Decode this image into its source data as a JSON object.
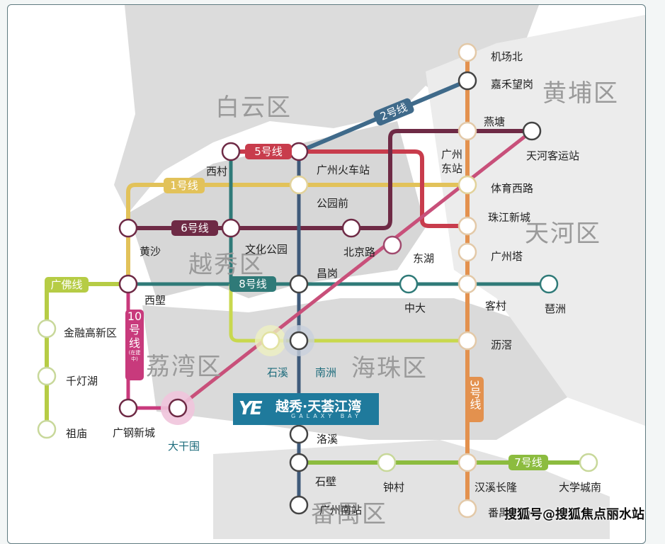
{
  "districts": {
    "baiyun": "白云区",
    "huangpu": "黄埔区",
    "yuexiu": "越秀区",
    "tianhe": "天河区",
    "liwan": "荔湾区",
    "haizhu": "海珠区",
    "panyu": "番禺区"
  },
  "lines": {
    "line1": {
      "label": "1号线",
      "color": "#e2c25a"
    },
    "line2": {
      "label": "2号线",
      "color": "#3f6a8a"
    },
    "line3": {
      "label": "3号线",
      "color": "#e3914e"
    },
    "line5": {
      "label": "5号线",
      "color": "#c83c4c"
    },
    "line6": {
      "label": "6号线",
      "color": "#6e2a45"
    },
    "line7": {
      "label": "7号线",
      "color": "#8cbc3f"
    },
    "line8": {
      "label": "8号线",
      "color": "#2f7a78"
    },
    "line10": {
      "label_top": "10",
      "label_mid": "号",
      "label_bot": "线",
      "note": "(在建中)",
      "color": "#c83a7c"
    },
    "guangfo": {
      "label": "广佛线",
      "color": "#b6cc45"
    }
  },
  "stations": {
    "jichangbei": "机场北",
    "jiahewanggang": "嘉禾望岗",
    "yantang": "燕塘",
    "guangzhoudongzhan_1": "广州",
    "guangzhoudongzhan_2": "东站",
    "tianhekeyunzhan": "天河客运站",
    "xicun": "西村",
    "guangzhouhuochezhan": "广州火车站",
    "gongyuanqian": "公园前",
    "tiyuxilu": "体育西路",
    "zhujiangxincheng": "珠江新城",
    "huangsha": "黄沙",
    "wenhuagongyuan": "文化公园",
    "beijinglu": "北京路",
    "donghu": "东湖",
    "guangzhouta": "广州塔",
    "changgang": "昌岗",
    "xilang": "西塱",
    "zhongda": "中大",
    "kecun": "客村",
    "pazhou": "琶洲",
    "jinronggaoxinqu": "金融高新区",
    "qiandenghu": "千灯湖",
    "zumiao": "祖庙",
    "guanggangxincheng": "广钢新城",
    "dagangwei": "大干围",
    "shixi": "石溪",
    "nanzhou": "南洲",
    "lijiao": "沥滘",
    "luoxi": "洛溪",
    "shibi": "石壁",
    "zhongcun": "钟村",
    "hanxichanglong": "汉溪长隆",
    "daxuechengnan": "大学城南",
    "guangzhounanzhan": "广州南站",
    "panyuguangchang": "番禺广场"
  },
  "promo": {
    "logo": "YE",
    "name": "越秀·天荟江湾",
    "subtitle": "GALAXY BAY"
  },
  "watermark": "搜狐号@搜狐焦点丽水站"
}
